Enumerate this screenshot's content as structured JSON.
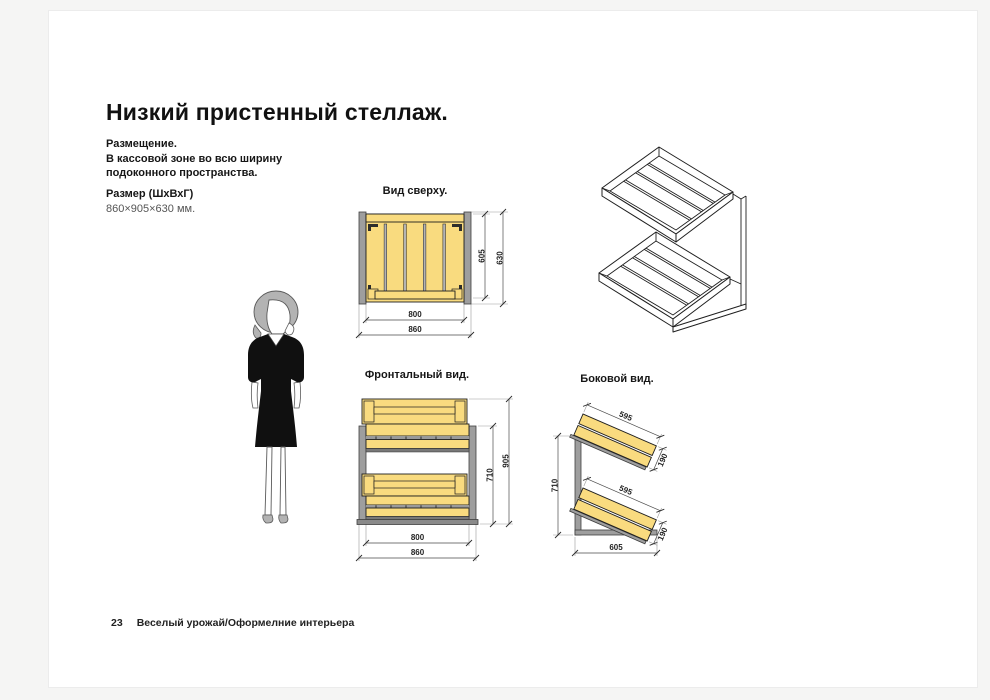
{
  "page": {
    "title": "Низкий пристенный стеллаж.",
    "placement": {
      "heading": "Размещение.",
      "line1": "В кассовой зоне во всю ширину",
      "line2": "подоконного пространства."
    },
    "size": {
      "heading": "Размер (ШхВхГ)",
      "value": "860×905×630 мм."
    },
    "footer": {
      "page_number": "23",
      "text": "Веселый урожай/Оформелние интерьера"
    }
  },
  "views": {
    "top_view": {
      "label": "Вид сверху.",
      "dim_inner_depth": "605",
      "dim_outer_depth": "630",
      "dim_inner_width": "800",
      "dim_outer_width": "860"
    },
    "front_view": {
      "label": "Фронтальный вид.",
      "dim_frame_height": "710",
      "dim_total_height": "905",
      "dim_inner_width": "800",
      "dim_outer_width": "860"
    },
    "side_view": {
      "label": "Боковой вид.",
      "dim_shelf_length_top": "595",
      "dim_shelf_depth_top": "190",
      "dim_shelf_length_bottom": "595",
      "dim_shelf_depth_bottom": "190",
      "dim_frame_height": "710",
      "dim_base_depth": "605"
    }
  },
  "colors": {
    "wood_yellow": "#F9DB7F",
    "frame_gray": "#9E9E9E",
    "outline": "#1F1F1F",
    "dimension_line": "#4A4A4A",
    "page_background": "#FFFFFF"
  }
}
